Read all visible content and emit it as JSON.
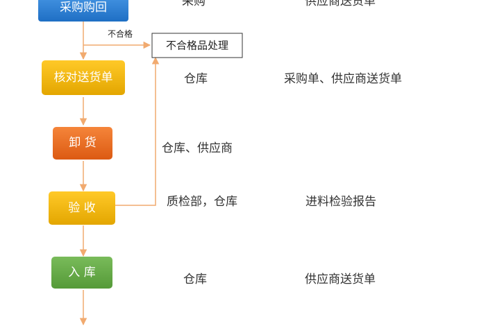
{
  "colors": {
    "blue": "#2b7fd6",
    "yellow": "#f0b400",
    "orange": "#ea6a1c",
    "green": "#62a744",
    "connector": "#f1aa6f"
  },
  "steps": [
    {
      "label": "采购购回",
      "color": "blue"
    },
    {
      "label": "核对送货单",
      "color": "yellow"
    },
    {
      "label": "卸 货",
      "color": "orange"
    },
    {
      "label": "验 收",
      "color": "yellow"
    },
    {
      "label": "入 库",
      "color": "green"
    }
  ],
  "reject": {
    "condition_label": "不合格",
    "box_label": "不合格品处理"
  },
  "responsible": [
    "采购",
    "仓库",
    "仓库、供应商",
    "质检部，仓库",
    "仓库"
  ],
  "documents": [
    "供应商送货单",
    "采购单、供应商送货单",
    "进料检验报告",
    "供应商送货单"
  ]
}
